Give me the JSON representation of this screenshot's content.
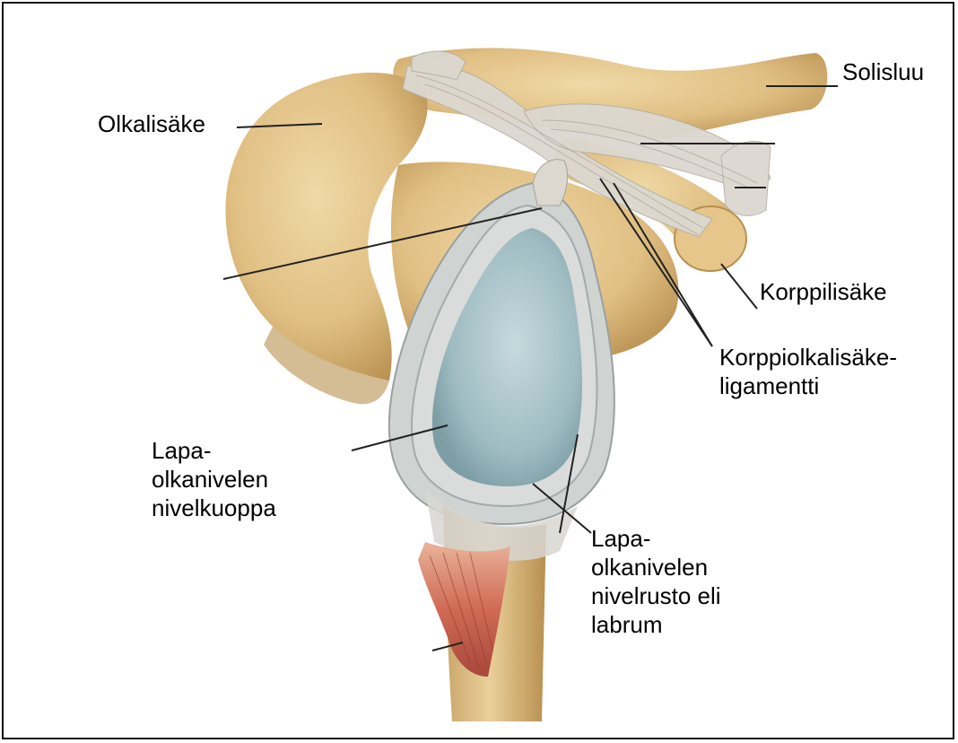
{
  "labels": {
    "solisluu": "Solisluu",
    "olkalisake": "Olkalisäke",
    "korppilisake": "Korppilisäke",
    "ligament": [
      "Korppiolkalisäke-",
      "ligamentti"
    ],
    "fossa": [
      "Lapa-",
      "olkanivelen",
      "nivelkuoppa"
    ],
    "labrum": [
      "Lapa-",
      "olkanivelen",
      "nivelrusto eli",
      "labrum"
    ]
  },
  "colors": {
    "bone": "#e3c58a",
    "bone_shadow": "#b8904f",
    "cartilage": "#a9c4c9",
    "ligament": "#d8d4cc",
    "muscle": "#c9564a",
    "leader_line": "#222222"
  }
}
